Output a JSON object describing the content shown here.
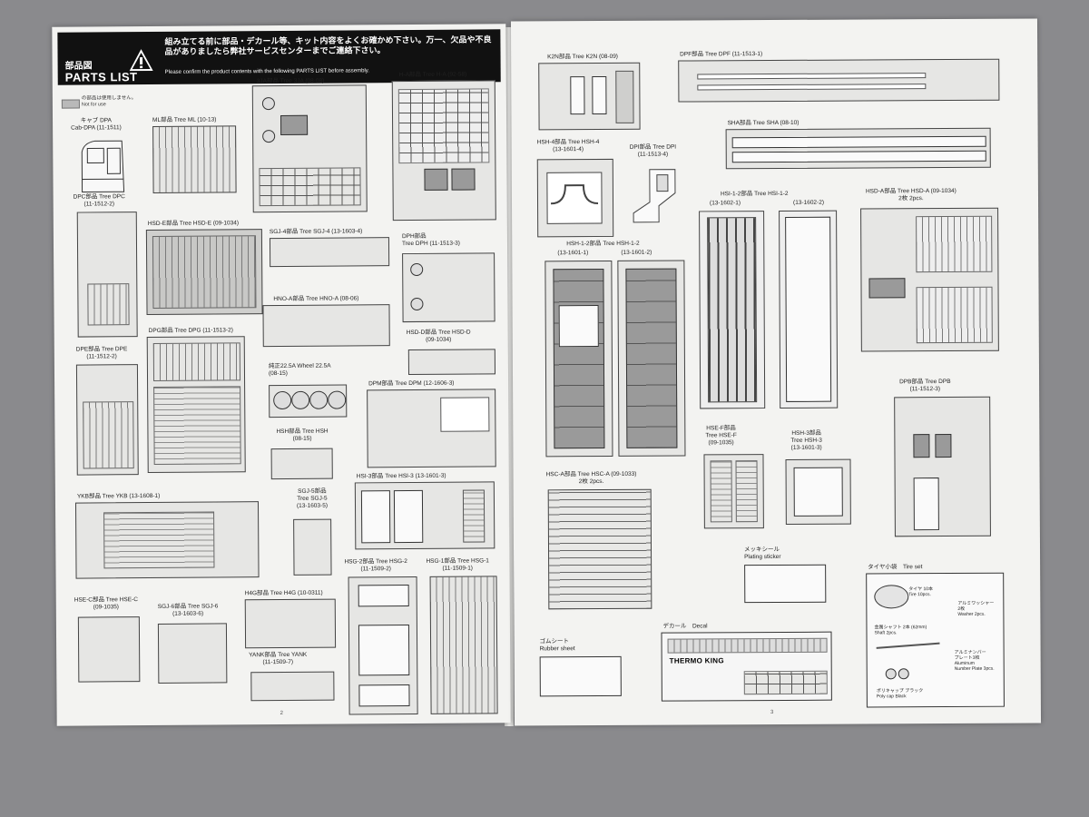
{
  "left_page": {
    "header": {
      "title_ja": "部品図",
      "title_en": "PARTS LIST",
      "notice_ja": "組み立てる前に部品・デカール等、キット内容をよくお確かめ下さい。万一、欠品や不良品がありましたら弊社サービスセンターまでご連絡下さい。",
      "notice_en": "Please confirm the product contents with the following PARTS LIST before assembly."
    },
    "legend": {
      "ja": "の部品は使用しません。",
      "en": "Not for use"
    },
    "page_number": "2",
    "trees": {
      "cab_dpa": "キャブ DPA\nCab-DPA (11-1511)",
      "ml": "ML部品 Tree ML (10-13)",
      "tja": "3JA部品 Tree 3JA (08-08)",
      "ha": "H-A部品 Tree H-A (92-58)",
      "dpc": "DPC部品 Tree DPC\n(11-1512-2)",
      "hsde": "HSD-E部品 Tree HSD-E (09-1034)",
      "sgj4": "SGJ-4部品 Tree SGJ-4 (13-1603-4)",
      "dph": "DPH部品\nTree DPH (11-1513-3)",
      "hnoa": "HNO-A部品 Tree HNO-A (08-06)",
      "dpg": "DPG部品 Tree DPG (11-1513-2)",
      "dpe": "DPE部品 Tree DPE\n(11-1512-2)",
      "hsdd": "HSD-D部品 Tree HSD-D\n(09-1034)",
      "wheel": "純正22.5A Wheel 22.5A\n(08-15)",
      "dpm": "DPM部品 Tree DPM (12-1606-3)",
      "hsh": "HSH部品 Tree HSH\n(08-15)",
      "hsi3": "HSI-3部品 Tree HSI-3 (13-1601-3)",
      "sgj5": "SGJ-5部品\nTree SGJ-5\n(13-1603-5)",
      "ykb": "YKB部品 Tree YKB (13-1608-1)",
      "hsc": "HSE-C部品 Tree HSE-C\n(09-1035)",
      "sgj6": "SGJ-6部品 Tree SGJ-6\n(13-1603-6)",
      "h4g": "H4G部品 Tree H4G (10-0311)",
      "yank": "YANK部品 Tree YANK\n(11-1509-7)",
      "hsg2": "HSG-2部品 Tree HSG-2\n(11-1509-2)",
      "hsg1": "HSG-1部品 Tree HSG-1\n(11-1509-1)"
    }
  },
  "right_page": {
    "page_number": "3",
    "trees": {
      "k2n": "K2N部品 Tree K2N (08-09)",
      "dpf": "DPF部品 Tree DPF (11-1513-1)",
      "sha": "SHA部品 Tree SHA (08-10)",
      "hsh4": "HSH-4部品 Tree HSH-4\n(13-1601-4)",
      "dpi": "DPI部品 Tree DPI\n(11-1513-4)",
      "hsi12": "HSI-1-2部品 Tree HSI-1-2",
      "hsi12_a": "(13-1602-1)",
      "hsi12_b": "(13-1602-2)",
      "hsda": "HSD-A部品 Tree HSD-A (09-1034)\n2枚 2pcs.",
      "hsh12": "HSH-1-2部品 Tree HSH-1-2",
      "hsh12_a": "(13-1601-1)",
      "hsh12_b": "(13-1601-2)",
      "dpb": "DPB部品 Tree DPB\n(11-1512-3)",
      "hsef": "HSE-F部品\nTree HSE-F\n(09-1035)",
      "hsh3": "HSH-3部品\nTree HSH-3\n(13-1601-3)",
      "hsca": "HSC-A部品 Tree HSC-A (09-1033)\n2枚 2pcs.",
      "plating": "メッキシール\nPlating sticker",
      "tire": "タイヤ小袋　Tire set",
      "rubber": "ゴムシート\nRubber sheet",
      "decal": "デカール　Decal",
      "decal_logo": "THERMO KING"
    },
    "tire_items": {
      "tire": "タイヤ 10本\nTire 10pcs.",
      "washer": "アルミワッシャー\n2枚\nWasher 2pcs.",
      "shaft": "金属シャフト 2本 (62mm)\nShaft 2pcs.",
      "plate": "アルミナンバー\nプレート3枚\nAluminum\nNumber Plate 3pcs.",
      "cap": "ポリキャップ ブラック\nPoly cap Black"
    }
  }
}
